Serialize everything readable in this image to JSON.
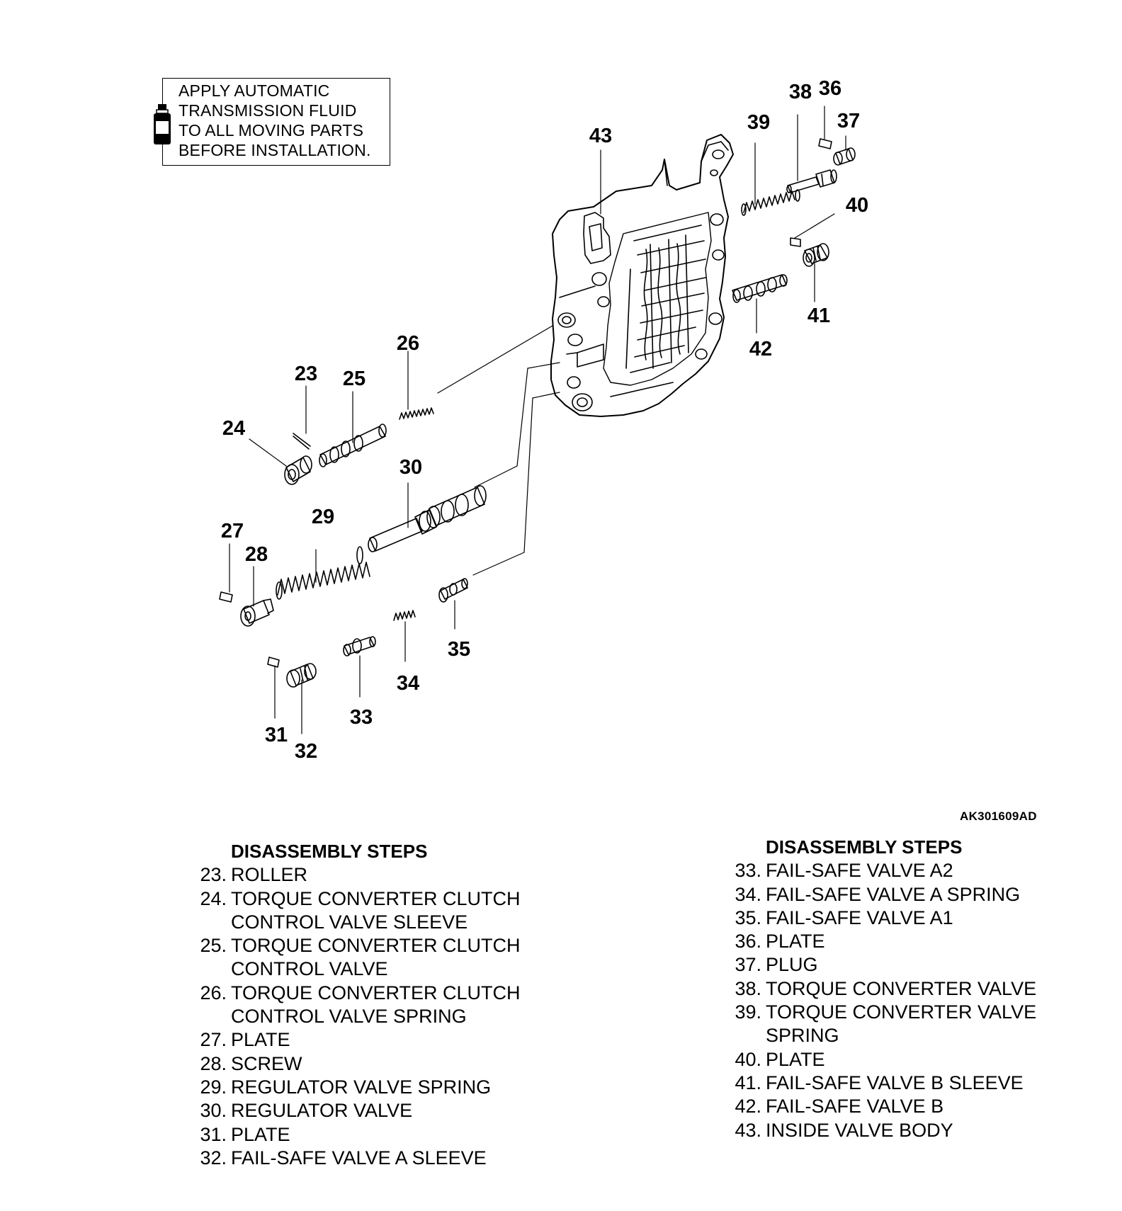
{
  "note": {
    "lines": [
      "APPLY AUTOMATIC",
      "TRANSMISSION FLUID",
      "TO ALL MOVING PARTS",
      "BEFORE INSTALLATION."
    ],
    "icon": "fluid-bottle-icon"
  },
  "callouts": [
    "23",
    "24",
    "25",
    "26",
    "27",
    "28",
    "29",
    "30",
    "31",
    "32",
    "33",
    "34",
    "35",
    "36",
    "37",
    "38",
    "39",
    "40",
    "41",
    "42",
    "43"
  ],
  "reference_code": "AK301609AD",
  "steps_left": {
    "heading": "DISASSEMBLY STEPS",
    "items": [
      {
        "num": "23.",
        "lines": [
          "ROLLER"
        ]
      },
      {
        "num": "24.",
        "lines": [
          "TORQUE CONVERTER CLUTCH",
          "CONTROL VALVE SLEEVE"
        ]
      },
      {
        "num": "25.",
        "lines": [
          "TORQUE CONVERTER CLUTCH",
          "CONTROL VALVE"
        ]
      },
      {
        "num": "26.",
        "lines": [
          "TORQUE CONVERTER CLUTCH",
          "CONTROL VALVE SPRING"
        ]
      },
      {
        "num": "27.",
        "lines": [
          "PLATE"
        ]
      },
      {
        "num": "28.",
        "lines": [
          "SCREW"
        ]
      },
      {
        "num": "29.",
        "lines": [
          "REGULATOR VALVE SPRING"
        ]
      },
      {
        "num": "30.",
        "lines": [
          "REGULATOR VALVE"
        ]
      },
      {
        "num": "31.",
        "lines": [
          "PLATE"
        ]
      },
      {
        "num": "32.",
        "lines": [
          "FAIL-SAFE VALVE A SLEEVE"
        ]
      }
    ]
  },
  "steps_right": {
    "heading": "DISASSEMBLY STEPS",
    "items": [
      {
        "num": "33.",
        "lines": [
          "FAIL-SAFE VALVE A2"
        ]
      },
      {
        "num": "34.",
        "lines": [
          "FAIL-SAFE VALVE A SPRING"
        ]
      },
      {
        "num": "35.",
        "lines": [
          "FAIL-SAFE VALVE A1"
        ]
      },
      {
        "num": "36.",
        "lines": [
          "PLATE"
        ]
      },
      {
        "num": "37.",
        "lines": [
          "PLUG"
        ]
      },
      {
        "num": "38.",
        "lines": [
          "TORQUE CONVERTER VALVE"
        ]
      },
      {
        "num": "39.",
        "lines": [
          "TORQUE CONVERTER VALVE",
          "SPRING"
        ]
      },
      {
        "num": "40.",
        "lines": [
          "PLATE"
        ]
      },
      {
        "num": "41.",
        "lines": [
          "FAIL-SAFE VALVE B SLEEVE"
        ]
      },
      {
        "num": "42.",
        "lines": [
          "FAIL-SAFE VALVE B"
        ]
      },
      {
        "num": "43.",
        "lines": [
          "INSIDE VALVE BODY"
        ]
      }
    ]
  }
}
